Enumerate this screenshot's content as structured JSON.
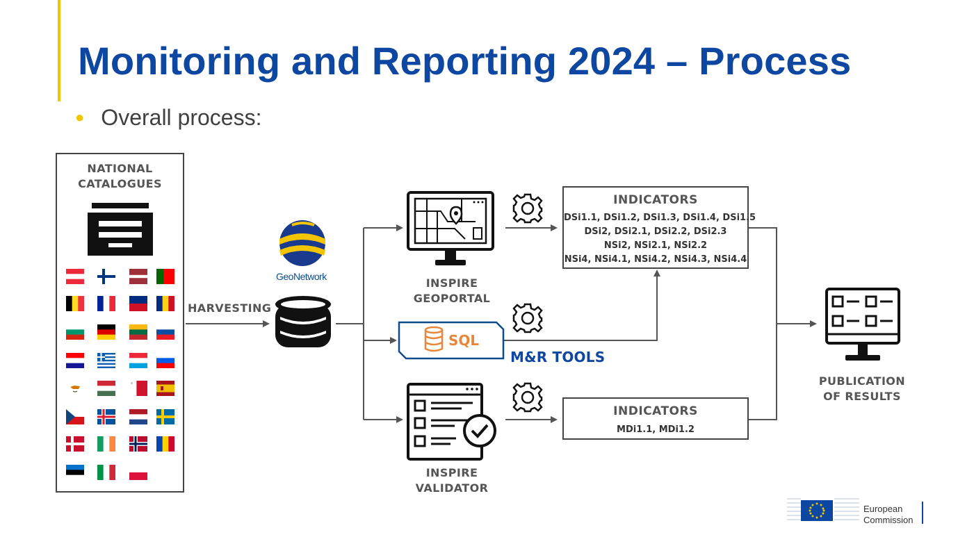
{
  "title": "Monitoring and Reporting 2024 – Process",
  "bullet": "Overall process:",
  "national_catalogues": [
    "NATIONAL",
    "CATALOGUES"
  ],
  "harvesting": "HARVESTING",
  "geonetwork": "GeoNetwork",
  "inspire_geoportal": [
    "INSPIRE",
    "GEOPORTAL"
  ],
  "inspire_validator": [
    "INSPIRE",
    "VALIDATOR"
  ],
  "sql": "SQL",
  "mr_tools": "M&R TOOLS",
  "indicators_top": {
    "title": "INDICATORS",
    "lines": [
      "DSi1.1, DSi1.2, DSi1.3, DSi1.4, DSi1.5",
      "DSi2, DSi2.1, DSi2.2, DSi2.3",
      "NSi2, NSi2.1, NSi2.2",
      "NSi4, NSi4.1, NSi4.2, NSi4.3, NSi4.4"
    ]
  },
  "indicators_bottom": {
    "title": "INDICATORS",
    "lines": [
      "MDi1.1, MDi1.2"
    ]
  },
  "publication": [
    "PUBLICATION",
    "OF RESULTS"
  ],
  "ec_logo": [
    "European",
    "Commission"
  ],
  "flags": [
    "austria-flag",
    "finland-flag",
    "latvia-flag",
    "portugal-flag",
    "belgium-flag",
    "france-flag",
    "liechtenstein-flag",
    "romania-flag",
    "bulgaria-flag",
    "germany-flag",
    "lithuania-flag",
    "slovakia-flag",
    "croatia-flag",
    "greece-flag",
    "luxembourg-flag",
    "slovenia-flag",
    "cyprus-flag",
    "hungary-flag",
    "malta-flag",
    "spain-flag",
    "czechia-flag",
    "iceland-flag",
    "netherlands-flag",
    "sweden-flag",
    "denmark-flag",
    "ireland-flag",
    "norway-flag",
    "moldova-flag",
    "estonia-flag",
    "italy-flag",
    "poland-flag"
  ],
  "colors": {
    "title": "#0e47a1",
    "accent_bar": "#f2c500",
    "sql": "#e8863a",
    "line": "#555555"
  }
}
